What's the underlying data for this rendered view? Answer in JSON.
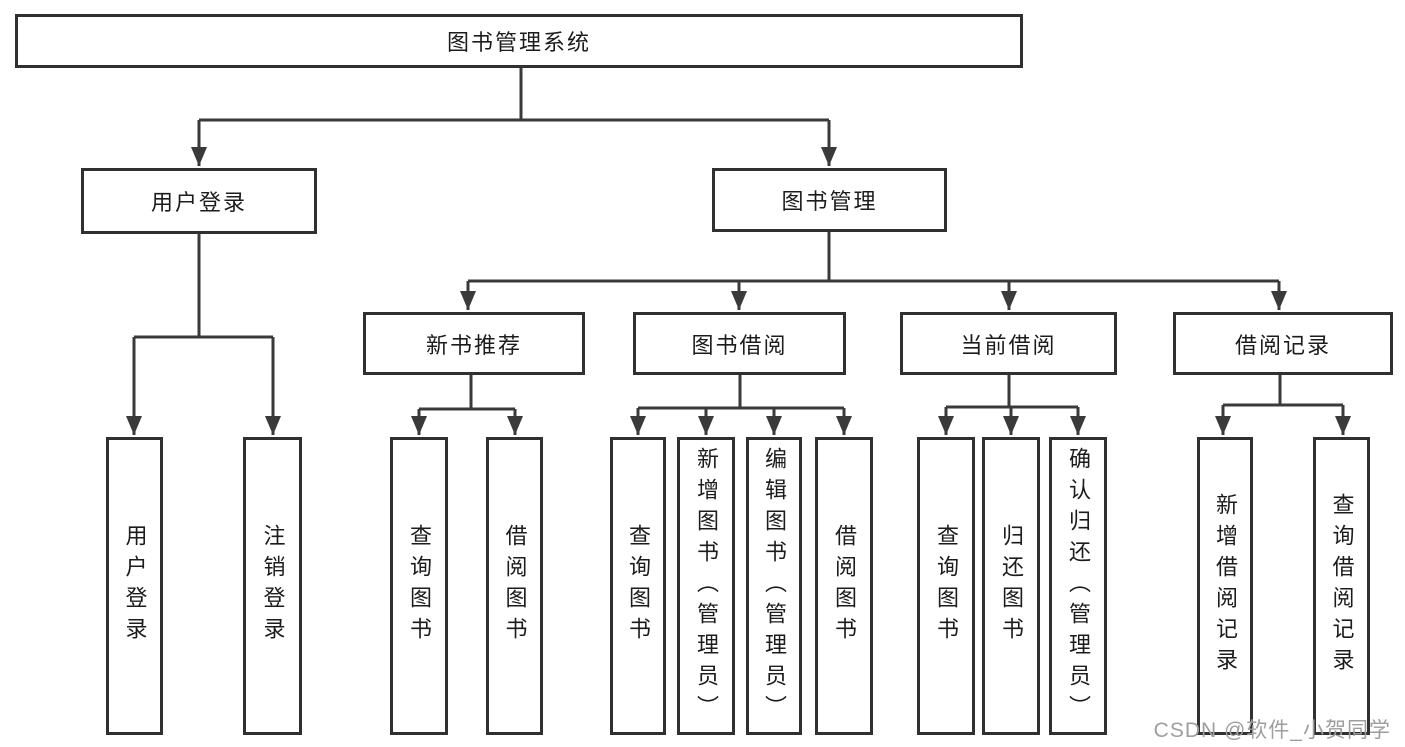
{
  "nodes": {
    "root": "图书管理系统",
    "user_login": "用户登录",
    "book_mgmt": "图书管理",
    "new_book_rec": "新书推荐",
    "book_borrow": "图书借阅",
    "current_borrow": "当前借阅",
    "borrow_records": "借阅记录",
    "leaf_user_login": "用户登录",
    "leaf_logout": "注销登录",
    "leaf_nbr_query": "查询图书",
    "leaf_nbr_borrow": "借阅图书",
    "leaf_bb_query": "查询图书",
    "leaf_bb_add": "新增图书（管理员）",
    "leaf_bb_edit": "编辑图书（管理员）",
    "leaf_bb_borrow": "借阅图书",
    "leaf_cb_query": "查询图书",
    "leaf_cb_return": "归还图书",
    "leaf_cb_confirm": "确认归还（管理员）",
    "leaf_br_add": "新增借阅记录",
    "leaf_br_query": "查询借阅记录"
  },
  "watermark": "CSDN @软件_小贺同学",
  "colors": {
    "line": "#3a3a3a",
    "box_border": "#303030",
    "text": "#1c1c1c",
    "watermark": "#9e9e9e",
    "background": "#ffffff"
  }
}
